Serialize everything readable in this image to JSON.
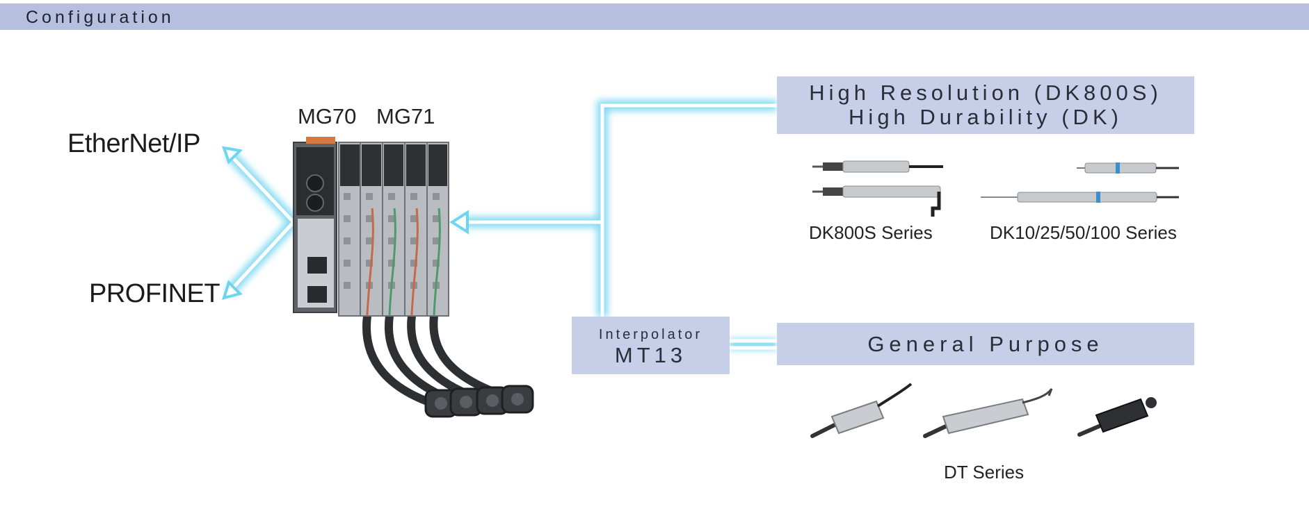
{
  "header": {
    "title": "Configuration"
  },
  "protocols": {
    "ethernet_ip": "EtherNet/IP",
    "profinet": "PROFINET"
  },
  "modules": {
    "mg70": "MG70",
    "mg71": "MG71"
  },
  "high_res_box": {
    "line1": "High Resolution (DK800S)",
    "line2": "High Durability (DK)"
  },
  "general_box": {
    "label": "General Purpose"
  },
  "interpolator_box": {
    "label": "Interpolator",
    "model": "MT13"
  },
  "series": {
    "dk800s": "DK800S Series",
    "dk10": "DK10/25/50/100 Series",
    "dt": "DT Series"
  },
  "colors": {
    "header_bar": "#b6bfdd",
    "label_box": "#c6cee8",
    "wire_glow": "#7fd8ec",
    "module_body": "#8a8f94"
  }
}
